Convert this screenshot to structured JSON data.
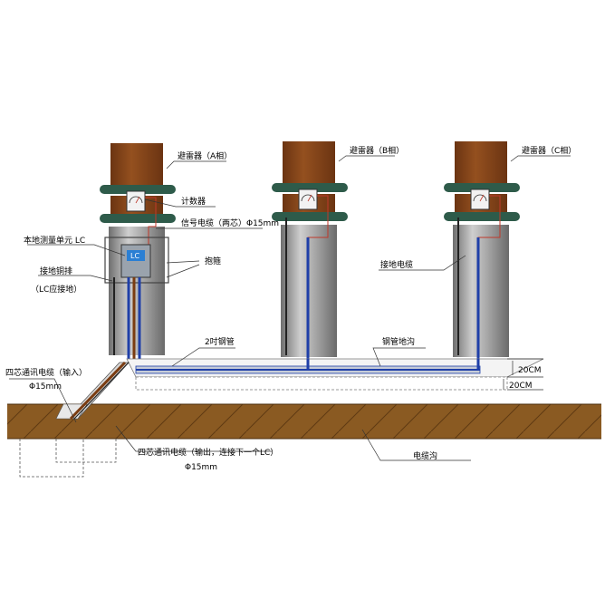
{
  "labels": {
    "arrester_a": "避雷器（A相）",
    "arrester_b": "避雷器（B相）",
    "arrester_c": "避雷器（C相）",
    "counter": "计数器",
    "signal_cable": "信号电缆（两芯）Φ15mm",
    "local_unit": "本地测量单元 LC",
    "bracket": "抱箍",
    "ground_bar": "接地铜排",
    "ground_bar_note": "（LC应接地）",
    "ground_cable": "接地电缆",
    "steel_pipe": "2吋钢管",
    "pipe_trench": "钢管地沟",
    "dim_top": "20CM",
    "dim_bottom": "20CM",
    "input_cable": "四芯通讯电缆（输入）",
    "input_cable_dia": "Φ15mm",
    "output_cable": "四芯通讯电缆（输出，连接下一个LC）",
    "output_cable_dia": "Φ15mm",
    "cable_trench": "电缆沟",
    "lc_display": "LC"
  },
  "colors": {
    "wood": "#8B4A1E",
    "wood_dark": "#5a2c0c",
    "column": "#8f8f8f",
    "column_light": "#c8c8c8",
    "clamp": "#2e5b4a",
    "blue_cable": "#1f3fa8",
    "red_wire": "#c0392b",
    "ground": "#8a5a22",
    "lc_box": "#9aa3ad",
    "lc_screen": "#2a7fd4"
  }
}
